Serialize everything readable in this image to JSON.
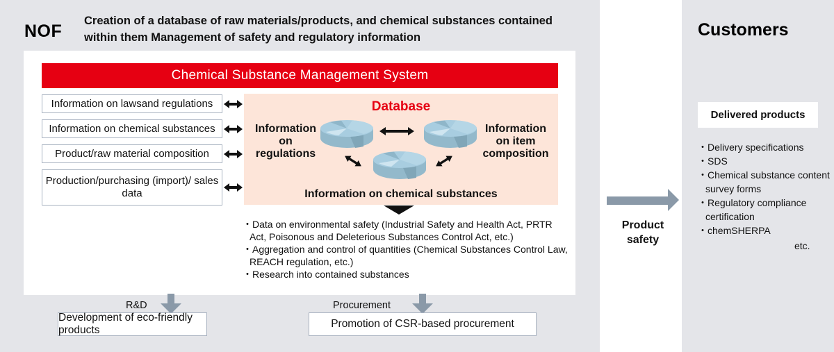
{
  "nof": {
    "title": "NOF",
    "description": "Creation of a database of raw materials/products, and chemical substances contained within them Management of safety and regulatory information"
  },
  "system": {
    "title": "Chemical Substance Management System",
    "sources": [
      {
        "label": "Information on lawsand regulations"
      },
      {
        "label": "Information on chemical substances"
      },
      {
        "label": "Product/raw material composition"
      },
      {
        "label": "Production/purchasing (import)/ sales data"
      }
    ],
    "database": {
      "title": "Database",
      "regulations_label": "Information on regulations",
      "item_composition_label": "Information on item composition",
      "chemical_label": "Information on chemical substances"
    },
    "outputs": [
      "Data on environmental safety (Industrial Safety and Health Act, PRTR Act, Poisonous and Deleterious Substances Control Act, etc.)",
      "Aggregation and control of quantities (Chemical Substances Control Law, REACH regulation, etc.)",
      "Research into contained substances"
    ]
  },
  "flows": {
    "rd_label": "R&D",
    "rd_result": "Development of eco-friendly products",
    "procurement_label": "Procurement",
    "procurement_result": "Promotion of CSR-based procurement",
    "product_safety_label": "Product safety"
  },
  "customers": {
    "title": "Customers",
    "delivered_title": "Delivered products",
    "items": [
      "Delivery specifications",
      "SDS",
      "Chemical substance content survey forms",
      "Regulatory compliance certification",
      "chemSHERPA"
    ],
    "etc": "etc."
  },
  "colors": {
    "accent_red": "#e60012",
    "panel_gray": "#e4e5e9",
    "database_bg": "#fde5d9",
    "arrow_gray": "#8a99a8",
    "disk_blue": "#9cc3d5"
  },
  "bullet": "・"
}
